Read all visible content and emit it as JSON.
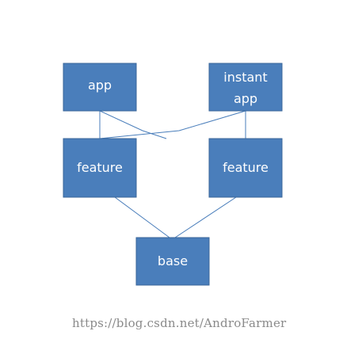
{
  "nodes": {
    "app": "app",
    "instant_app_line1": "instant",
    "instant_app_line2": "app",
    "feature_left": "feature",
    "feature_right": "feature",
    "base": "base"
  },
  "watermark": "https://blog.csdn.net/AndroFarmer"
}
